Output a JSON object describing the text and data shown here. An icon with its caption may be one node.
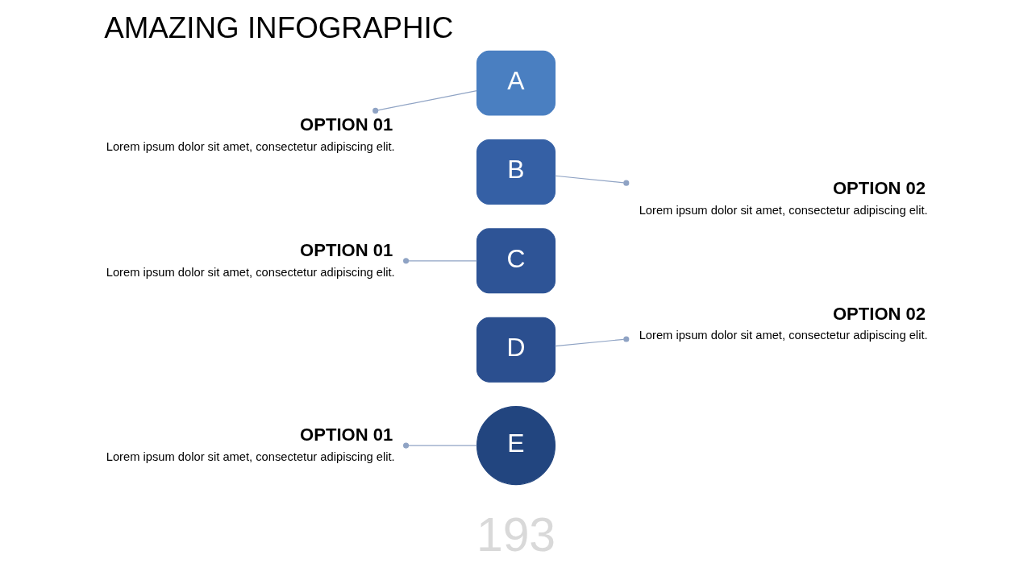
{
  "diagram": {
    "title": "AMAZING INFOGRAPHIC",
    "nodes": [
      {
        "text": [
          "A"
        ]
      },
      {
        "text": [
          "B"
        ]
      },
      {
        "text": [
          "C"
        ]
      },
      {
        "text": [
          "D"
        ]
      },
      {
        "text": [
          "E"
        ]
      },
      {
        "text": [
          "OPTION 01",
          "Lorem ipsum dolor sit amet, consectetur adipiscing elit."
        ]
      },
      {
        "text": [
          "OPTION 02",
          "Lorem ipsum dolor sit amet, consectetur adipiscing elit."
        ]
      },
      {
        "text": [
          "OPTION 01",
          "Lorem ipsum dolor sit amet, consectetur adipiscing elit."
        ]
      },
      {
        "text": [
          "OPTION 02",
          "Lorem ipsum dolor sit amet, consectetur adipiscing elit."
        ]
      },
      {
        "text": [
          "OPTION 01",
          "Lorem ipsum dolor sit amet, consectetur adipiscing elit."
        ]
      }
    ],
    "edges": [
      {
        "from": 5,
        "to": 0,
        "arrow": "other"
      },
      {
        "from": 6,
        "to": 1,
        "arrow": "other"
      },
      {
        "from": 7,
        "to": 2,
        "arrow": "other"
      },
      {
        "from": 8,
        "to": 3,
        "arrow": "other"
      },
      {
        "from": 9,
        "to": 4,
        "arrow": "other"
      }
    ],
    "labels": [
      "193"
    ]
  }
}
